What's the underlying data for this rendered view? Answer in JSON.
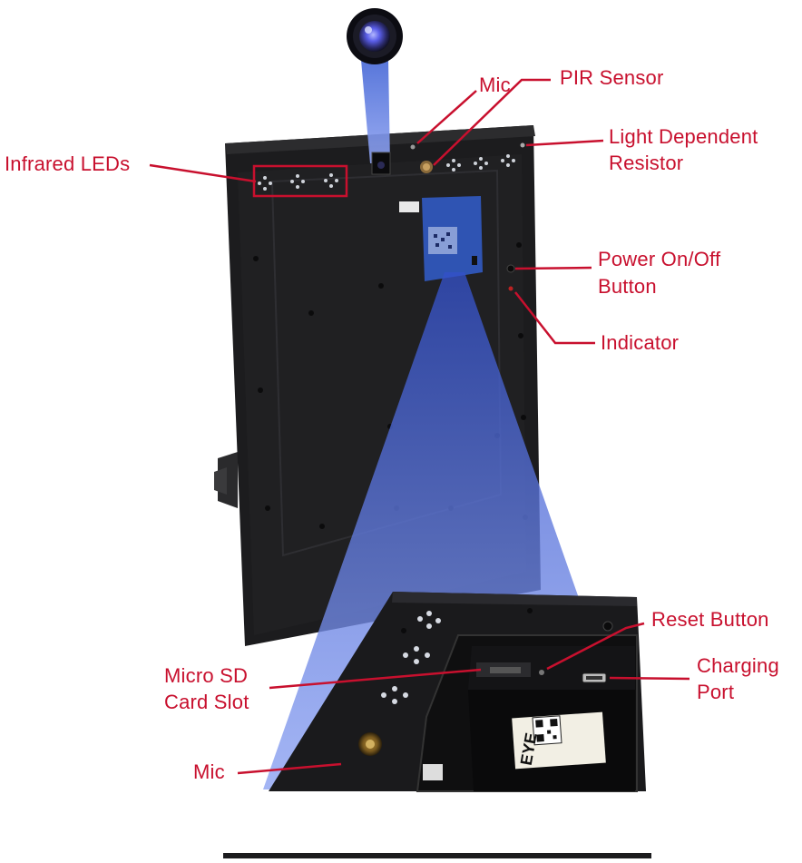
{
  "colors": {
    "label": "#c8102e",
    "frame": "#1c1c1e",
    "beam": "#6f86e6",
    "compartment": "#2f54b3"
  },
  "labels": {
    "infrared_leds": "Infrared LEDs",
    "mic_top": "Mic",
    "pir_sensor": "PIR Sensor",
    "ldr_line1": "Light Dependent",
    "ldr_line2": "Resistor",
    "power_line1": "Power On/Off",
    "power_line2": "Button",
    "indicator": "Indicator",
    "reset_button": "Reset Button",
    "charging_line1": "Charging",
    "charging_line2": "Port",
    "microsd_line1": "Micro SD",
    "microsd_line2": "Card Slot",
    "mic_bottom": "Mic"
  },
  "icons": {
    "camera": "camera-lens-icon",
    "qr": "qr-code-icon"
  },
  "sticker_text": "EYE"
}
